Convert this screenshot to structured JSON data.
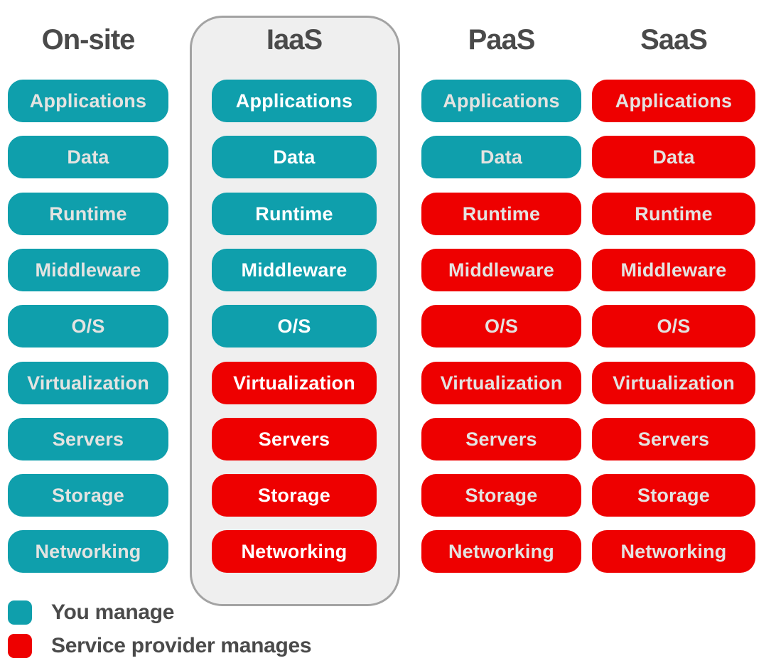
{
  "colors": {
    "you_manage": "#0f9fac",
    "provider_manages": "#ee0000",
    "header_text": "#4a4a4a",
    "iaas_panel_bg": "#efefef",
    "iaas_panel_border": "#a3a3a3"
  },
  "columns": [
    {
      "id": "on-site",
      "label": "On-site",
      "highlighted": false,
      "layers": [
        {
          "name": "Applications",
          "managed_by": "you"
        },
        {
          "name": "Data",
          "managed_by": "you"
        },
        {
          "name": "Runtime",
          "managed_by": "you"
        },
        {
          "name": "Middleware",
          "managed_by": "you"
        },
        {
          "name": "O/S",
          "managed_by": "you"
        },
        {
          "name": "Virtualization",
          "managed_by": "you"
        },
        {
          "name": "Servers",
          "managed_by": "you"
        },
        {
          "name": "Storage",
          "managed_by": "you"
        },
        {
          "name": "Networking",
          "managed_by": "you"
        }
      ]
    },
    {
      "id": "iaas",
      "label": "IaaS",
      "highlighted": true,
      "layers": [
        {
          "name": "Applications",
          "managed_by": "you"
        },
        {
          "name": "Data",
          "managed_by": "you"
        },
        {
          "name": "Runtime",
          "managed_by": "you"
        },
        {
          "name": "Middleware",
          "managed_by": "you"
        },
        {
          "name": "O/S",
          "managed_by": "you"
        },
        {
          "name": "Virtualization",
          "managed_by": "provider"
        },
        {
          "name": "Servers",
          "managed_by": "provider"
        },
        {
          "name": "Storage",
          "managed_by": "provider"
        },
        {
          "name": "Networking",
          "managed_by": "provider"
        }
      ]
    },
    {
      "id": "paas",
      "label": "PaaS",
      "highlighted": false,
      "layers": [
        {
          "name": "Applications",
          "managed_by": "you"
        },
        {
          "name": "Data",
          "managed_by": "you"
        },
        {
          "name": "Runtime",
          "managed_by": "provider"
        },
        {
          "name": "Middleware",
          "managed_by": "provider"
        },
        {
          "name": "O/S",
          "managed_by": "provider"
        },
        {
          "name": "Virtualization",
          "managed_by": "provider"
        },
        {
          "name": "Servers",
          "managed_by": "provider"
        },
        {
          "name": "Storage",
          "managed_by": "provider"
        },
        {
          "name": "Networking",
          "managed_by": "provider"
        }
      ]
    },
    {
      "id": "saas",
      "label": "SaaS",
      "highlighted": false,
      "layers": [
        {
          "name": "Applications",
          "managed_by": "provider"
        },
        {
          "name": "Data",
          "managed_by": "provider"
        },
        {
          "name": "Runtime",
          "managed_by": "provider"
        },
        {
          "name": "Middleware",
          "managed_by": "provider"
        },
        {
          "name": "O/S",
          "managed_by": "provider"
        },
        {
          "name": "Virtualization",
          "managed_by": "provider"
        },
        {
          "name": "Servers",
          "managed_by": "provider"
        },
        {
          "name": "Storage",
          "managed_by": "provider"
        },
        {
          "name": "Networking",
          "managed_by": "provider"
        }
      ]
    }
  ],
  "legend": {
    "items": [
      {
        "id": "you-manage",
        "label": "You manage",
        "color": "#0f9fac"
      },
      {
        "id": "provider-manages",
        "label": "Service provider manages",
        "color": "#ee0000"
      }
    ]
  }
}
